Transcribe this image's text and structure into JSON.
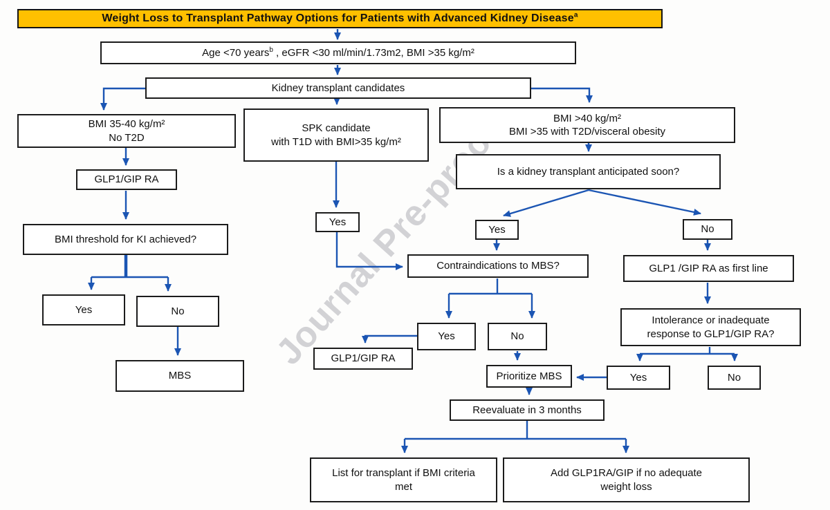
{
  "title": {
    "text": "Weight Loss to Transplant Pathway Options for Patients with Advanced Kidney Disease",
    "sup": "a"
  },
  "watermark": "Journal Pre-proof",
  "colors": {
    "arrow_blue": "#1B55B3",
    "title_bg": "#FFC000",
    "box_border": "#1b1b1b"
  },
  "nodes": {
    "age": {
      "part1": "Age <70 years",
      "sup": "b",
      "part2": " , eGFR <30 ml/min/1.73m2, BMI >35 kg/m²"
    },
    "kidney_candidates": "Kidney transplant candidates",
    "bmi_35_40": {
      "line1": "BMI 35-40 kg/m²",
      "line2": "No T2D"
    },
    "glp1_gip_ra": "GLP1/GIP RA",
    "bmi_threshold": "BMI threshold for KI achieved?",
    "yes_threshold": "Yes",
    "no_threshold": "No",
    "mbs": "MBS",
    "spk": {
      "line1": "SPK candidate",
      "line2": "with T1D with BMI>35 kg/m²"
    },
    "yes_spk": "Yes",
    "bmi_over_40": {
      "line1": "BMI >40 kg/m²",
      "line2": "BMI >35 with T2D/visceral obesity"
    },
    "anticipated": "Is a kidney transplant anticipated soon?",
    "yes_anticipated": "Yes",
    "no_anticipated": "No",
    "contraindications": "Contraindications to MBS?",
    "glp1_first_line": "GLP1 /GIP RA as first line",
    "yes_contra": "Yes",
    "no_contra": "No",
    "glp1_gip_ra_alt": "GLP1/GIP RA",
    "intolerance": {
      "line1": "Intolerance or inadequate",
      "line2": "response to GLP1/GIP RA?"
    },
    "prioritize_mbs": "Prioritize MBS",
    "yes_intolerance": "Yes",
    "no_intolerance": "No",
    "reevaluate": "Reevaluate in 3 months",
    "list_transplant": {
      "line1": "List for transplant if BMI criteria",
      "line2": "met"
    },
    "add_glp1": {
      "line1": "Add GLP1RA/GIP if no adequate",
      "line2": "weight loss"
    }
  }
}
